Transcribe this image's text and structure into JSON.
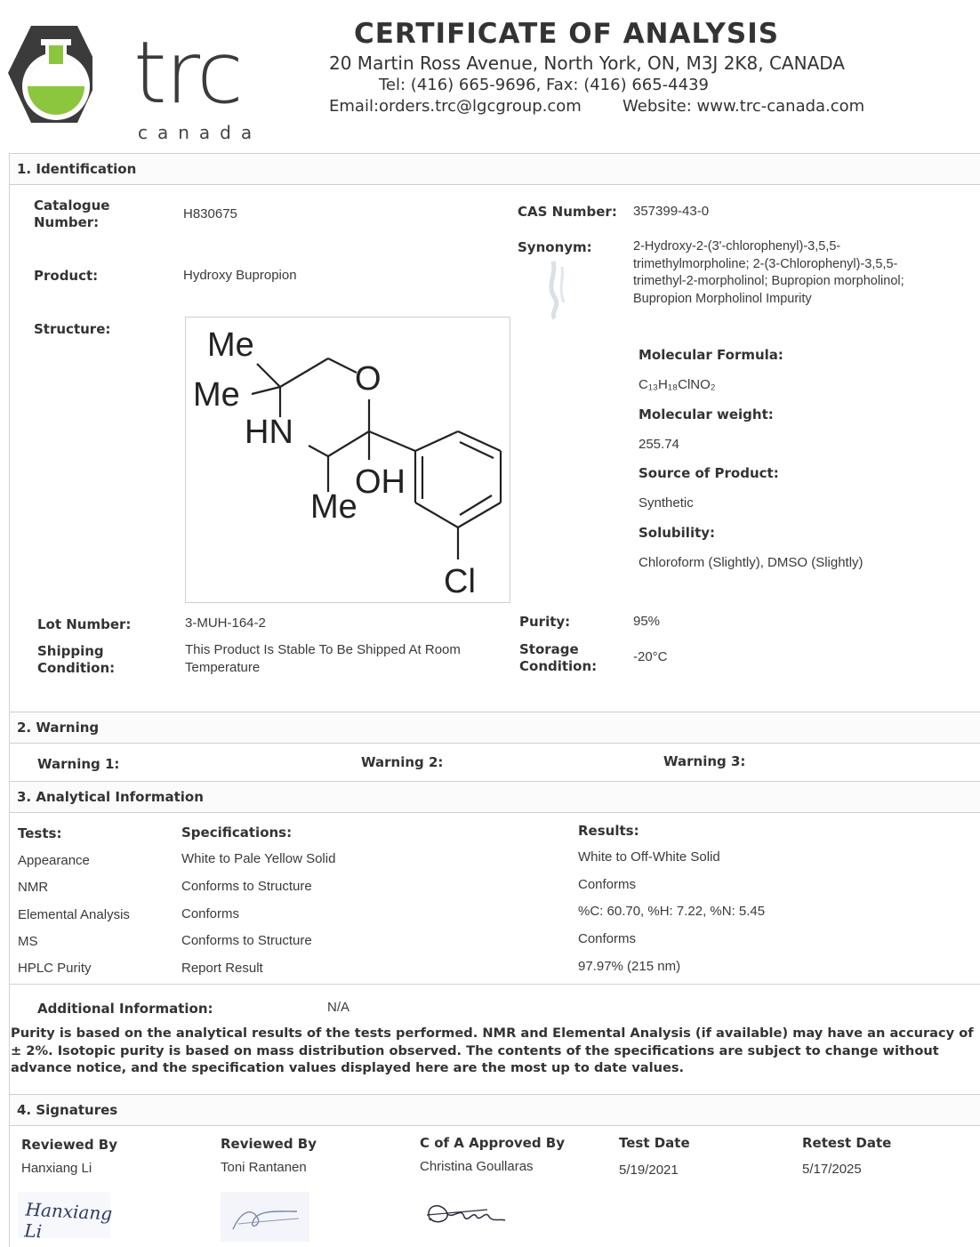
{
  "header": {
    "logo_text": "trc",
    "logo_sub": "canada",
    "title": "CERTIFICATE OF ANALYSIS",
    "address": "20 Martin Ross Avenue, North York, ON, M3J 2K8, CANADA",
    "phone": "Tel: (416) 665-9696, Fax: (416) 665-4439",
    "email": "Email:orders.trc@lgcgroup.com",
    "website": "Website: www.trc-canada.com"
  },
  "identification": {
    "section_title": "1. Identification",
    "catalogue_label_1": "Catalogue",
    "catalogue_label_2": "Number:",
    "catalogue_value": "H830675",
    "cas_label": "CAS Number:",
    "cas_value": "357399-43-0",
    "synonym_label": "Synonym:",
    "synonym_lines": [
      "2-Hydroxy-2-(3'-chlorophenyl)-3,5,5-",
      "trimethylmorpholine; 2-(3-Chlorophenyl)-3,5,5-",
      "trimethyl-2-morpholinol; Bupropion morpholinol;",
      "Bupropion Morpholinol Impurity"
    ],
    "product_label": "Product:",
    "product_value": "Hydroxy Bupropion",
    "structure_label": "Structure:",
    "structure_labels": {
      "me_top": "Me",
      "me_left": "Me",
      "o": "O",
      "hn": "HN",
      "oh": "OH",
      "me_bottom": "Me",
      "cl": "Cl"
    },
    "mf_label": "Molecular Formula:",
    "mf_value": "C₁₃H₁₈ClNO₂",
    "mw_label": "Molecular weight:",
    "mw_value": "255.74",
    "source_label": "Source of Product:",
    "source_value": "Synthetic",
    "solubility_label": "Solubility:",
    "solubility_value": "Chloroform (Slightly), DMSO (Slightly)",
    "lot_label": "Lot Number:",
    "lot_value": "3-MUH-164-2",
    "purity_label": "Purity:",
    "purity_value": "95%",
    "shipping_label_1": "Shipping",
    "shipping_label_2": "Condition:",
    "shipping_value_1": "This Product Is Stable To Be Shipped At Room",
    "shipping_value_2": "Temperature",
    "storage_label_1": "Storage",
    "storage_label_2": "Condition:",
    "storage_value": "-20°C"
  },
  "warning": {
    "section_title": "2. Warning",
    "w1": "Warning 1:",
    "w2": "Warning 2:",
    "w3": "Warning 3:"
  },
  "analytical": {
    "section_title": "3. Analytical Information",
    "headers": [
      "Tests:",
      "Specifications:",
      "Results:"
    ],
    "rows": [
      [
        "Appearance",
        "White to Pale Yellow Solid",
        "White to Off-White Solid"
      ],
      [
        "NMR",
        "Conforms to Structure",
        "Conforms"
      ],
      [
        "Elemental Analysis",
        "Conforms",
        "%C: 60.70, %H: 7.22, %N: 5.45"
      ],
      [
        "MS",
        "Conforms to Structure",
        "Conforms"
      ],
      [
        "HPLC Purity",
        "Report Result",
        "97.97% (215 nm)"
      ]
    ],
    "additional_label": "Additional Information:",
    "additional_value": "N/A",
    "disclaimer_lines": [
      "Purity is based on the analytical results of the tests performed. NMR and Elemental Analysis (if available) may have an accuracy of",
      "± 2%. Isotopic purity is based on mass distribution observed. The contents of the specifications are subject to change without",
      "advance notice, and the specification values displayed here are the most up to date values."
    ]
  },
  "signatures": {
    "section_title": "4. Signatures",
    "cols": [
      {
        "label": "Reviewed By",
        "name": "Hanxiang Li"
      },
      {
        "label": "Reviewed By",
        "name": "Toni Rantanen"
      },
      {
        "label": "C of A Approved By",
        "name": "Christina Goullaras"
      },
      {
        "label": "Test Date",
        "name": "5/19/2021"
      },
      {
        "label": "Retest Date",
        "name": "5/17/2025"
      }
    ],
    "handwritten_1": "Hanxiang Li"
  },
  "colors": {
    "logo_dark": "#3b3b3b",
    "logo_green": "#8cc63f",
    "text": "#2a2a2a"
  }
}
